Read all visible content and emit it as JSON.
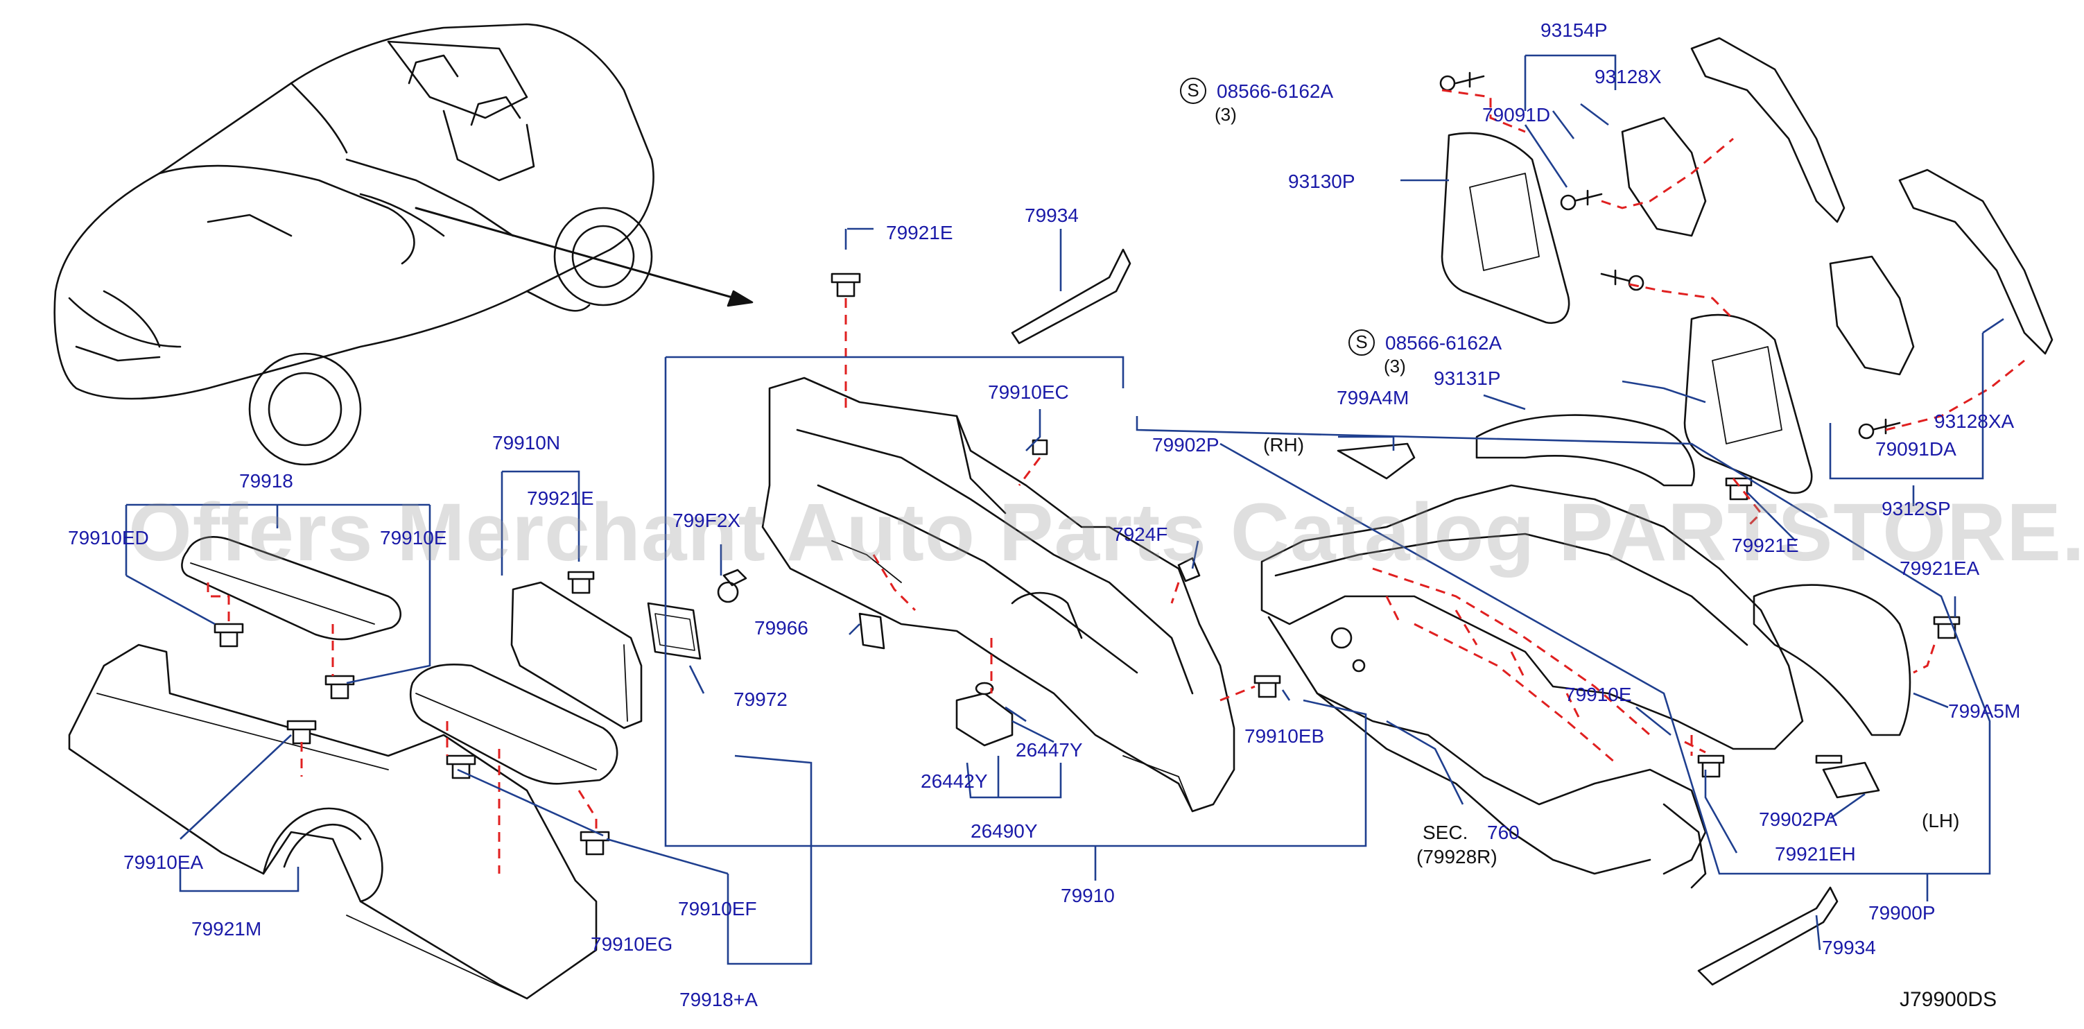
{
  "diagram": {
    "diagram_code": "J79900DS",
    "watermark": "Offers Merchant Auto Parts Catalog PARTSTORE.SA",
    "symbols": {
      "screw_symbol": "S"
    },
    "notes": {
      "rh": "(RH)",
      "lh": "(LH)",
      "qty_a": "(3)",
      "qty_b": "(3)",
      "sec_label": "SEC.",
      "sec_ref": "(79928R)"
    },
    "parts": {
      "p79918": "79918",
      "p79910ED": "79910ED",
      "p79910E_left": "79910E",
      "p79910EA": "79910EA",
      "p79921M": "79921M",
      "p79910N": "79910N",
      "p79921E_mid": "79921E",
      "p79910EF": "79910EF",
      "p79910EG": "79910EG",
      "p79918A": "79918+A",
      "p79921E_top": "79921E",
      "p79934_top": "79934",
      "p79910EC": "79910EC",
      "p799F2X": "799F2X",
      "p7924F": "7924F",
      "p79966": "79966",
      "p79972": "79972",
      "p26447Y": "26447Y",
      "p26442Y": "26442Y",
      "p26490Y": "26490Y",
      "p79910EB": "79910EB",
      "p79910": "79910",
      "p08566_a": "08566-6162A",
      "p08566_b": "08566-6162A",
      "p93154P": "93154P",
      "p93128X": "93128X",
      "p79091D": "79091D",
      "p93130P": "93130P",
      "p93131P": "93131P",
      "p799A4M": "799A4M",
      "p79902P": "79902P",
      "p79091DA": "79091DA",
      "p93128XA": "93128XA",
      "p9312SP": "9312SP",
      "p79921E_right": "79921E",
      "p79921EA": "79921EA",
      "p799A5M": "799A5M",
      "p79910E_right": "79910E",
      "p760": "760",
      "p79902PA": "79902PA",
      "p79921EH": "79921EH",
      "p79900P": "79900P",
      "p79934_bottom": "79934"
    },
    "colors": {
      "label_blue": "#1a1aa8",
      "leader_blue": "#1f3f8f",
      "dashed_red": "#e02020",
      "line_black": "#111111"
    }
  }
}
